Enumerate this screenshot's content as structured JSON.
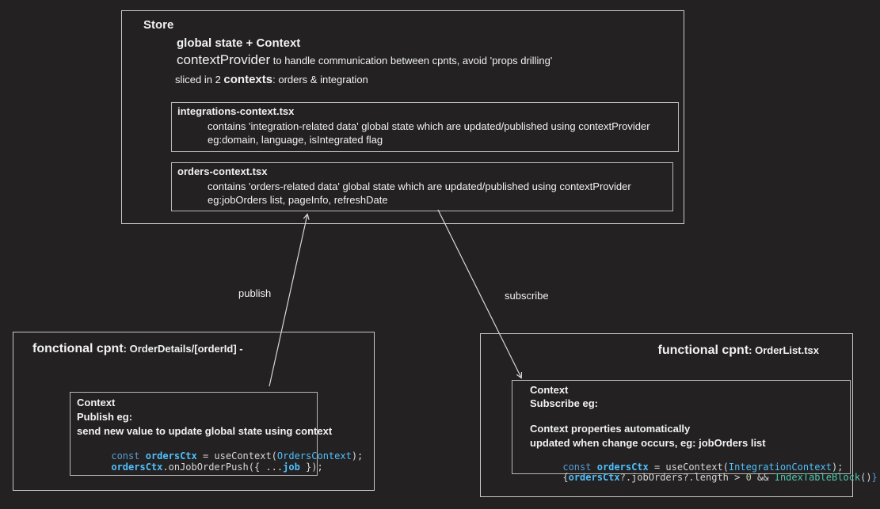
{
  "colors": {
    "background": "#232121",
    "box_border": "#c9c9c9",
    "text": "#f2f2f2",
    "code_keyword": "#569CD6",
    "code_variable": "#4FC1FF",
    "code_plain": "#D8D8D8",
    "code_number": "#B5CEA8",
    "code_function": "#4EC9B0"
  },
  "store": {
    "title": "Store",
    "subtitle": "global state + Context",
    "provider_term": "contextProvider",
    "provider_desc": " to handle communication between cpnts, avoid 'props drilling'",
    "sliced_pre": "sliced in 2 ",
    "sliced_term": "contexts",
    "sliced_post": ": orders & integration",
    "integrations_box": {
      "title": "integrations-context.tsx",
      "line1": "contains 'integration-related data' global state which are updated/published using contextProvider",
      "line2": "eg:domain, language, isIntegrated flag"
    },
    "orders_box": {
      "title": "orders-context.tsx",
      "line1": "contains 'orders-related data' global state which are updated/published using contextProvider",
      "line2": "eg:jobOrders list, pageInfo, refreshDate"
    }
  },
  "arrows": {
    "publish_label": "publish",
    "subscribe_label": "subscribe"
  },
  "order_details": {
    "title_main": "fonctional cpnt",
    "title_detail": ": OrderDetails/[orderId] -",
    "panel": {
      "heading": "Context",
      "subheading": "Publish eg:",
      "description": "send new value to update global state using context",
      "code1": {
        "kw": "const ",
        "variable": "ordersCtx",
        "mid": " = useContext(",
        "ctx_type": "OrdersContext",
        "end": ");"
      },
      "code2": {
        "variable": "ordersCtx",
        "mid": ".onJobOrderPush({ ",
        "dots": "...",
        "arg": "job",
        "end": " });"
      }
    }
  },
  "order_list": {
    "title_main": "functional cpnt",
    "title_detail": ": OrderList.tsx",
    "panel": {
      "heading": "Context",
      "subheading": "Subscribe eg:",
      "description1": "Context properties automatically",
      "description2": "updated when change occurs, eg: jobOrders list",
      "code1": {
        "kw": "const ",
        "variable": "ordersCtx",
        "mid": " = useContext(",
        "ctx_type": "IntegrationContext",
        "end": ");"
      },
      "code2": {
        "open": "{",
        "variable": "ordersCtx",
        "mid": "?.jobOrders?.length > ",
        "num": "0",
        "and": " && ",
        "fn": "IndexTableBlock",
        "parens": "()",
        "close": "}"
      }
    }
  }
}
